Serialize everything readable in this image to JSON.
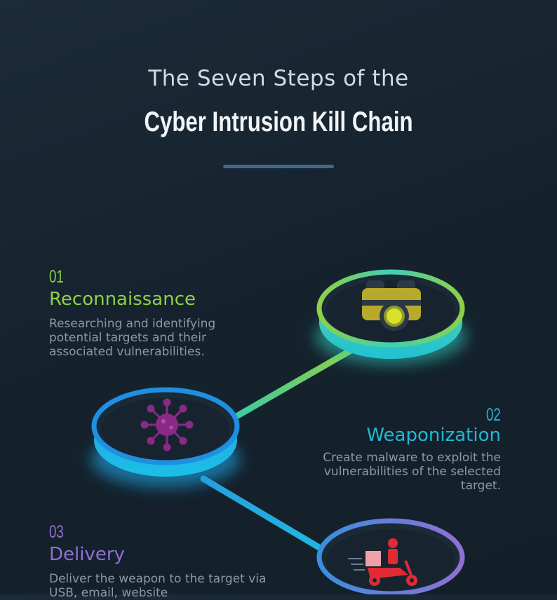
{
  "header": {
    "subtitle": "The Seven Steps of the",
    "title": "Cyber Intrusion Kill Chain"
  },
  "steps": [
    {
      "number": "01",
      "name": "Reconnaissance",
      "description": "Researching and identifying potential targets and their associated vulnerabilities.",
      "color": "#8ed145",
      "icon": "binoculars-icon"
    },
    {
      "number": "02",
      "name": "Weaponization",
      "description": "Create malware to exploit the vulnerabilities of the selected target.",
      "color": "#23b7d2",
      "icon": "virus-icon"
    },
    {
      "number": "03",
      "name": "Delivery",
      "description": "Deliver the weapon to the target via USB, email, website",
      "color": "#8f6fd3",
      "icon": "delivery-scooter-icon"
    }
  ]
}
